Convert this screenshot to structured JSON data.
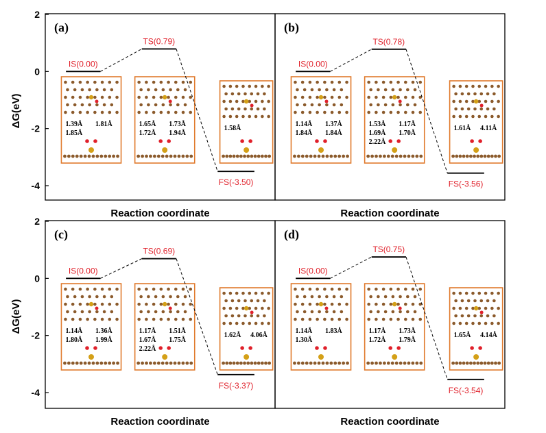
{
  "colors": {
    "level": "#000000",
    "label": "#e0202a",
    "inset_border": "#e07a2c",
    "atom_c": "#8b5a2b",
    "atom_metal": "#d4a017",
    "atom_o": "#e0202a",
    "atom_n": "#9aa9d8"
  },
  "ylabel": "ΔG(eV)",
  "xlabel": "Reaction coordinate",
  "y_ticks": [
    "2",
    "0",
    "-2",
    "-4"
  ],
  "chart_data": [
    {
      "type": "line",
      "panel": "(a)",
      "x": [
        "IS",
        "TS",
        "FS"
      ],
      "values": [
        0.0,
        0.79,
        -3.5
      ],
      "labels": [
        "IS(0.00)",
        "TS(0.79)",
        "FS(-3.50)"
      ],
      "ylim": [
        -4.5,
        2
      ],
      "xlabel": "Reaction coordinate",
      "ylabel": "ΔG(eV)",
      "bonds": [
        [
          "1.39Å",
          "1.81Å",
          "1.85Å"
        ],
        [
          "1.65Å",
          "1.73Å",
          "1.72Å",
          "1.94Å"
        ],
        [
          "1.58Å"
        ]
      ]
    },
    {
      "type": "line",
      "panel": "(b)",
      "x": [
        "IS",
        "TS",
        "FS"
      ],
      "values": [
        0.0,
        0.78,
        -3.56
      ],
      "labels": [
        "IS(0.00)",
        "TS(0.78)",
        "FS(-3.56)"
      ],
      "ylim": [
        -4.5,
        2
      ],
      "xlabel": "Reaction coordinate",
      "ylabel": "",
      "bonds": [
        [
          "1.14Å",
          "1.37Å",
          "1.84Å",
          "1.84Å"
        ],
        [
          "1.53Å",
          "1.17Å",
          "1.69Å",
          "1.70Å",
          "2.22Å"
        ],
        [
          "1.61Å",
          "4.11Å"
        ]
      ]
    },
    {
      "type": "line",
      "panel": "(c)",
      "x": [
        "IS",
        "TS",
        "FS"
      ],
      "values": [
        0.0,
        0.69,
        -3.37
      ],
      "labels": [
        "IS(0.00)",
        "TS(0.69)",
        "FS(-3.37)"
      ],
      "ylim": [
        -4.5,
        2
      ],
      "xlabel": "Reaction coordinate",
      "ylabel": "ΔG(eV)",
      "bonds": [
        [
          "1.14Å",
          "1.36Å",
          "1.80Å",
          "1.99Å"
        ],
        [
          "1.17Å",
          "1.51Å",
          "1.67Å",
          "1.75Å",
          "2.22Å"
        ],
        [
          "1.62Å",
          "4.06Å"
        ]
      ]
    },
    {
      "type": "line",
      "panel": "(d)",
      "x": [
        "IS",
        "TS",
        "FS"
      ],
      "values": [
        0.0,
        0.75,
        -3.54
      ],
      "labels": [
        "IS(0.00)",
        "TS(0.75)",
        "FS(-3.54)"
      ],
      "ylim": [
        -4.5,
        2
      ],
      "xlabel": "Reaction coordinate",
      "ylabel": "",
      "bonds": [
        [
          "1.14Å",
          "1.83Å",
          "1.30Å"
        ],
        [
          "1.17Å",
          "1.73Å",
          "1.72Å",
          "1.79Å"
        ],
        [
          "1.65Å",
          "4.14Å"
        ]
      ]
    }
  ]
}
